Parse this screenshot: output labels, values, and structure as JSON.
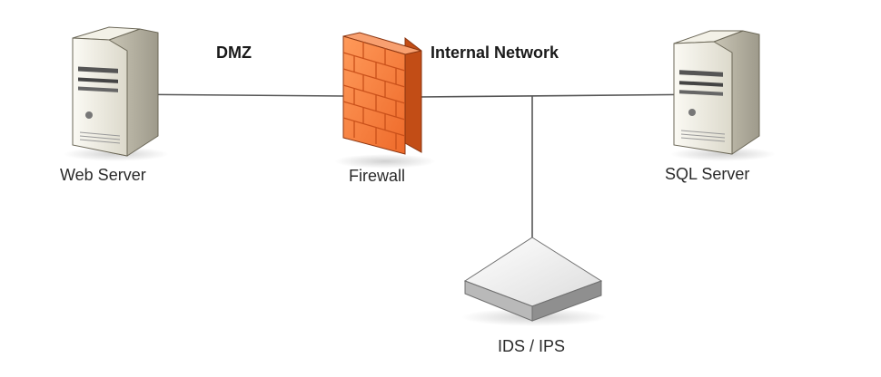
{
  "zones": {
    "dmz": "DMZ",
    "internal": "Internal Network"
  },
  "nodes": {
    "web_server": "Web Server",
    "firewall": "Firewall",
    "sql_server": "SQL Server",
    "ids_ips": "IDS / IPS"
  },
  "colors": {
    "firewall_front": "#f57a3a",
    "firewall_side": "#c24d16",
    "firewall_top": "#f8a070",
    "mortar": "#e25f22",
    "server_body": "#e8e6dc",
    "server_side": "#b8b4a4",
    "link": "#555555"
  }
}
